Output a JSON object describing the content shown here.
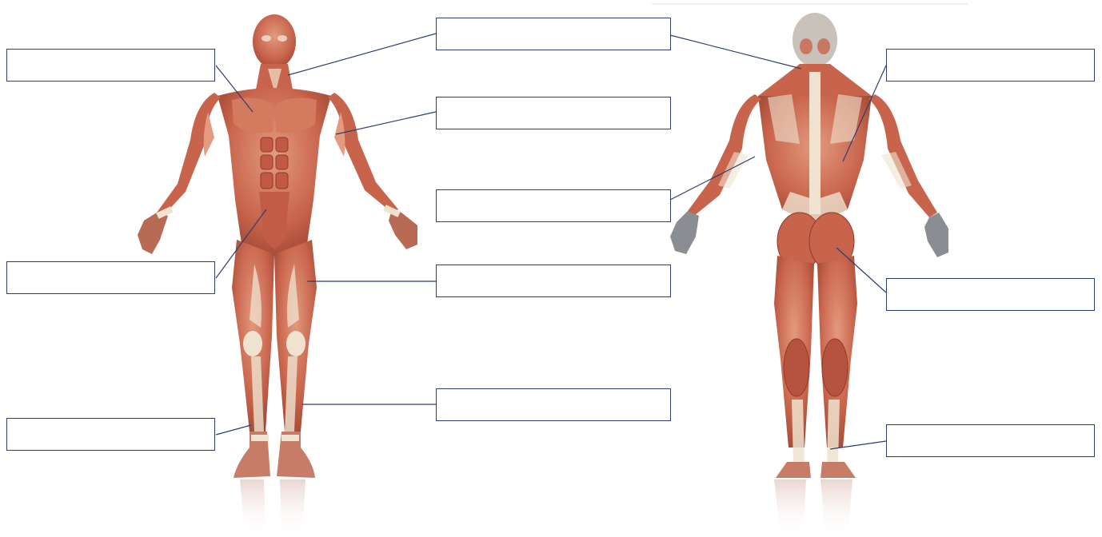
{
  "colors": {
    "leader_line": "#2e3f6e",
    "box_border": "#2e3f6e",
    "muscle_main": "#c8644c",
    "muscle_light": "#dd8d70",
    "muscle_dark": "#8e3a2a",
    "tendon": "#efe3cf"
  },
  "figures": {
    "front": {
      "view": "anterior"
    },
    "back": {
      "view": "posterior"
    }
  },
  "labels": [
    {
      "id": "chest",
      "text": ""
    },
    {
      "id": "neck-front",
      "text": ""
    },
    {
      "id": "biceps",
      "text": ""
    },
    {
      "id": "forearm-back",
      "text": ""
    },
    {
      "id": "abdomen",
      "text": ""
    },
    {
      "id": "thigh-front",
      "text": ""
    },
    {
      "id": "shin",
      "text": ""
    },
    {
      "id": "ankle",
      "text": ""
    },
    {
      "id": "neck-back",
      "text": ""
    },
    {
      "id": "upper-back",
      "text": ""
    },
    {
      "id": "buttocks",
      "text": ""
    },
    {
      "id": "heel",
      "text": ""
    }
  ]
}
